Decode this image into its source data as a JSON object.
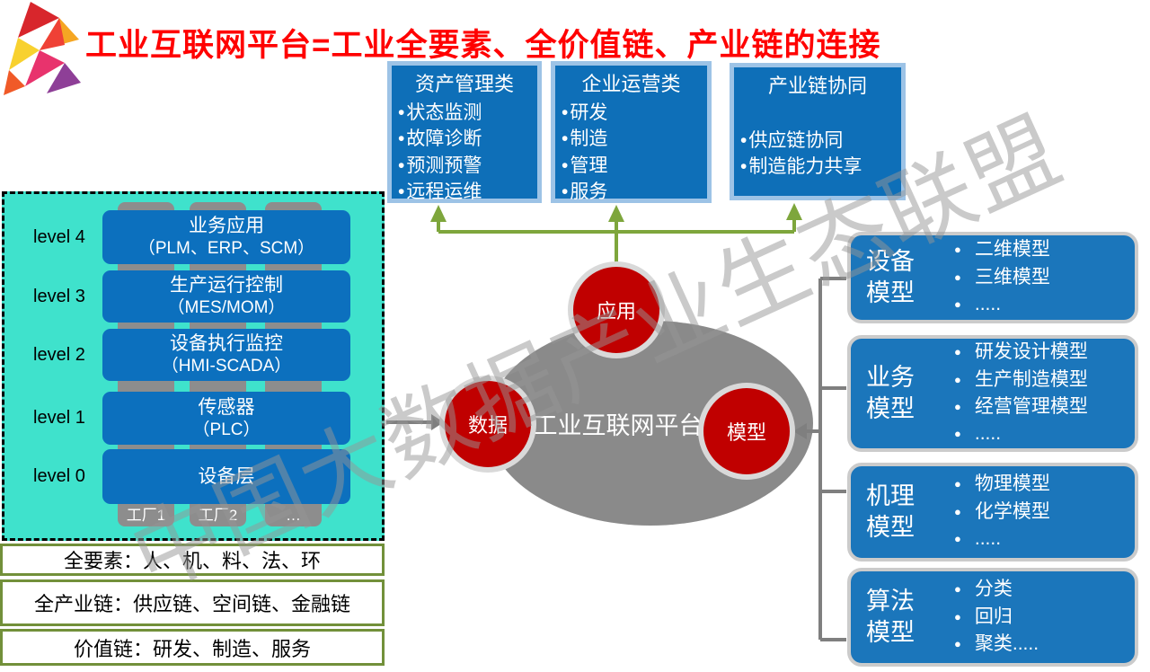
{
  "slide": {
    "title": "工业互联网平台=工业全要素、全价值链、产业链的连接",
    "watermark": "中国大数据产业生态联盟"
  },
  "top_categories": [
    {
      "title": "资产管理类",
      "items": [
        "状态监测",
        "故障诊断",
        "预测预警",
        "远程运维"
      ]
    },
    {
      "title": "企业运营类",
      "items": [
        "研发",
        "制造",
        "管理",
        "服务"
      ]
    },
    {
      "title": "产业链协同",
      "items": [
        "供应链协同",
        "制造能力共享"
      ]
    }
  ],
  "left_panel": {
    "levels": [
      {
        "label": "level 4",
        "line1": "业务应用",
        "line2": "（PLM、ERP、SCM）"
      },
      {
        "label": "level 3",
        "line1": "生产运行控制",
        "line2": "（MES/MOM）"
      },
      {
        "label": "level 2",
        "line1": "设备执行监控",
        "line2": "（HMI-SCADA）"
      },
      {
        "label": "level 1",
        "line1": "传感器",
        "line2": "（PLC）"
      },
      {
        "label": "level 0",
        "line1": "设备层",
        "line2": ""
      }
    ],
    "factories": [
      "工厂1",
      "工厂2",
      "…"
    ]
  },
  "chains": [
    "全要素：人、机、料、法、环",
    "全产业链：供应链、空间链、金融链",
    "价值链：研发、制造、服务"
  ],
  "platform": {
    "ellipse_label": "工业互联网平台",
    "node_top": "应用",
    "node_left": "数据",
    "node_right": "模型"
  },
  "model_groups": [
    {
      "label_line1": "设备",
      "label_line2": "模型",
      "items": [
        "二维模型",
        "三维模型",
        "....."
      ]
    },
    {
      "label_line1": "业务",
      "label_line2": "模型",
      "items": [
        "研发设计模型",
        "生产制造模型",
        "经营管理模型",
        "....."
      ]
    },
    {
      "label_line1": "机理",
      "label_line2": "模型",
      "items": [
        "物理模型",
        "化学模型",
        "....."
      ]
    },
    {
      "label_line1": "算法",
      "label_line2": "模型",
      "items": [
        "分类",
        "回归",
        "聚类....."
      ]
    }
  ],
  "colors": {
    "title_red": "#ff0000",
    "category_box_blue": "#0e6fb8",
    "category_border_light_blue": "#9dc3e6",
    "panel_teal": "#3fe2cc",
    "layer_box_blue": "#0c70be",
    "column_gray": "#8d8d8d",
    "chain_border_olive": "#72903a",
    "platform_ellipse_gray": "#8a8a8a",
    "node_red": "#c00000",
    "node_ring_gray": "#d9d9d9",
    "connector_green": "#7ea63c",
    "connector_gray": "#7f7f7f",
    "model_box_blue": "#1b76bb",
    "watermark_gray": "#969696"
  }
}
